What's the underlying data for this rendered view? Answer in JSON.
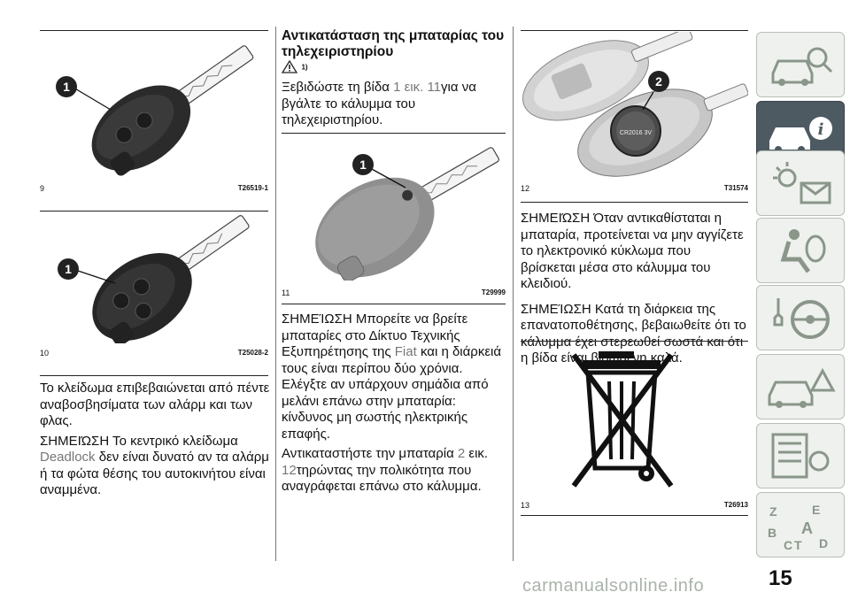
{
  "figures": {
    "fig9": {
      "number": "9",
      "code": "T26519-1",
      "callout": "1"
    },
    "fig10": {
      "number": "10",
      "code": "T25028-2",
      "callout": "1"
    },
    "fig11": {
      "number": "11",
      "code": "T29999",
      "callout": "1"
    },
    "fig12": {
      "number": "12",
      "code": "T31574",
      "callout": "2",
      "battery_print": "CR2016 3V"
    },
    "fig13": {
      "number": "13",
      "code": "T26913"
    }
  },
  "col1": {
    "para1": "Το κλείδωμα επιβεβαιώνεται από πέντε αναβοσβησίματα των αλάρμ και των φλας.",
    "note_prefix": "ΣΗΜΕΙΏΣΗ Το κεντρικό κλείδωμα",
    "note_gray": "Deadlock",
    "note_rest": " δεν είναι δυνατό αν τα αλάρμ ή τα φώτα θέσης του αυτοκινήτου είναι αναμμένα."
  },
  "col2": {
    "heading": "Αντικατάσταση της μπαταρίας του τηλεχειριστηρίου",
    "warning_ref": "1)",
    "para1_a": "Ξεβιδώστε τη βίδα ",
    "para1_g1": "1 εικ. 11",
    "para1_b": "για να βγάλτε το κάλυμμα του τηλεχειριστηρίου.",
    "note_a": "ΣΗΜΕΊΩΣΗ Μπορείτε να βρείτε μπαταρίες στο Δίκτυο Τεχνικής Εξυπηρέτησης της ",
    "note_g": "Fiat",
    "note_b": " και η διάρκειά τους είναι περίπου δύο χρόνια. Ελέγξτε αν υπάρχουν σημάδια από μελάνι επάνω στην μπαταρία: κίνδυνος μη σωστής ηλεκτρικής επαφής.",
    "para2_a": "Αντικαταστήστε την μπαταρία ",
    "para2_g1": "2",
    "para2_b": " εικ. ",
    "para2_g2": "12",
    "para2_c": "τηρώντας την πολικότητα που αναγράφεται επάνω στο κάλυμμα."
  },
  "col3": {
    "note1": "ΣΗΜΕΙΏΣΗ Όταν αντικαθίσταται η μπαταρία, προτείνεται να μην αγγίζετε το ηλεκτρονικό κύκλωμα που βρίσκεται μέσα στο κάλυμμα του κλειδιού.",
    "note2": "ΣΗΜΕΊΩΣΗ Κατά τη διάρκεια της επανατοποθέτησης, βεβαιωθείτε ότι το κάλυμμα έχει στερεωθεί σωστά και ότι η βίδα είναι βιδωμένη καλά."
  },
  "sidebar": {
    "tabs": [
      {
        "icon": "car-search-icon",
        "active": false
      },
      {
        "icon": "car-info-icon",
        "active": true
      },
      {
        "icon": "warning-light-icon",
        "active": false
      },
      {
        "icon": "airbag-seat-icon",
        "active": false
      },
      {
        "icon": "steering-wheel-key-icon",
        "active": false
      },
      {
        "icon": "car-warning-icon",
        "active": false
      },
      {
        "icon": "technical-data-list-icon",
        "active": false
      },
      {
        "icon": "alphabetical-index-icon",
        "active": false
      }
    ],
    "index_letters": [
      "Z",
      "E",
      "B",
      "A",
      "C",
      "T",
      "D"
    ]
  },
  "page_number": "15",
  "watermark": "carmanualsonline.info",
  "colors": {
    "accent_tab": "#4d5a62",
    "tab_bg": "#eef1ed",
    "gray_text": "#777777"
  }
}
